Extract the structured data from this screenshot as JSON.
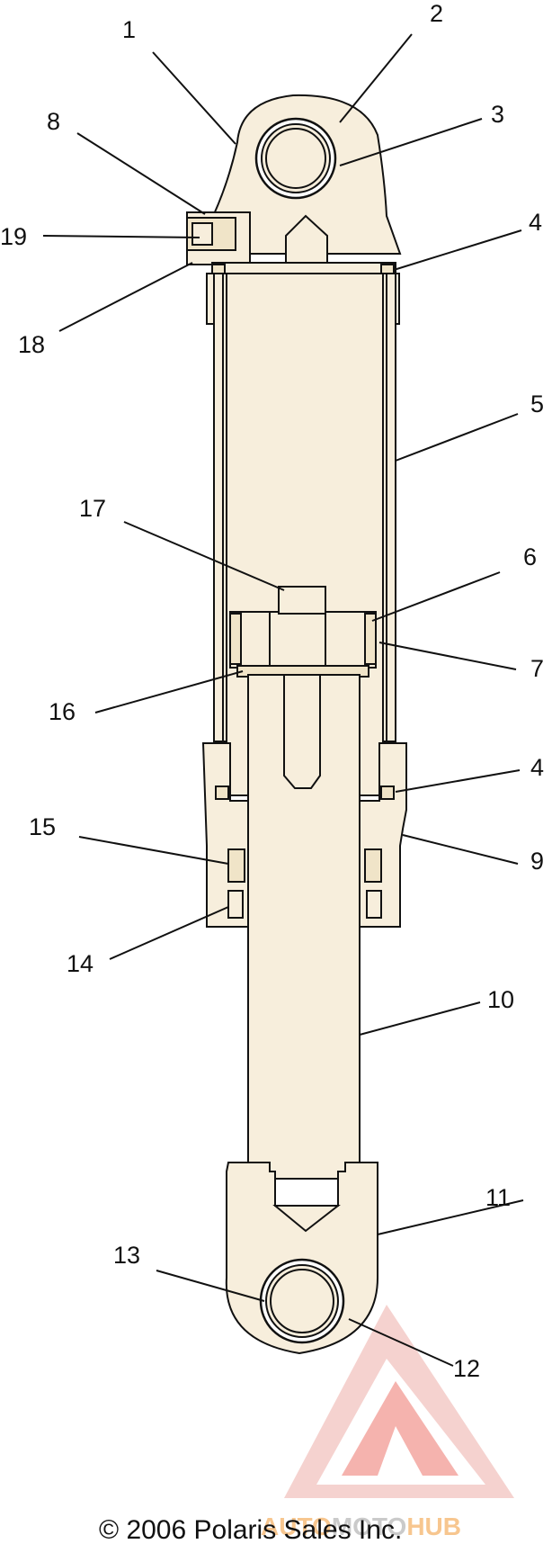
{
  "diagram": {
    "type": "exploded-parts-diagram",
    "subject": "shock absorber",
    "callouts": [
      {
        "id": "c1",
        "label": "1"
      },
      {
        "id": "c2",
        "label": "2"
      },
      {
        "id": "c3",
        "label": "3"
      },
      {
        "id": "c4a",
        "label": "4"
      },
      {
        "id": "c5",
        "label": "5"
      },
      {
        "id": "c6",
        "label": "6"
      },
      {
        "id": "c7",
        "label": "7"
      },
      {
        "id": "c4b",
        "label": "4"
      },
      {
        "id": "c9",
        "label": "9"
      },
      {
        "id": "c10",
        "label": "10"
      },
      {
        "id": "c11",
        "label": "11"
      },
      {
        "id": "c12",
        "label": "12"
      },
      {
        "id": "c13",
        "label": "13"
      },
      {
        "id": "c14",
        "label": "14"
      },
      {
        "id": "c15",
        "label": "15"
      },
      {
        "id": "c16",
        "label": "16"
      },
      {
        "id": "c17",
        "label": "17"
      },
      {
        "id": "c8",
        "label": "8"
      },
      {
        "id": "c18",
        "label": "18"
      },
      {
        "id": "c19",
        "label": "19"
      }
    ]
  },
  "copyright": "© 2006 Polaris Sales Inc.",
  "watermark": {
    "text_auto": "AUTO",
    "text_moto": "MOTO",
    "text_hub": "HUB",
    "color_red": "#e8473d",
    "color_orange": "#f5b46a",
    "color_gray": "#b9b9b9"
  },
  "colors": {
    "part_fill": "#f7eedc",
    "line": "#111111"
  }
}
